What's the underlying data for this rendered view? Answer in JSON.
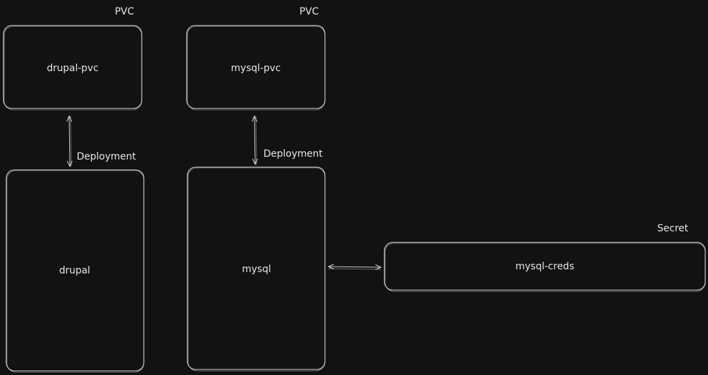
{
  "colors": {
    "background": "#121212",
    "stroke": "#d6d6d6",
    "text": "#e8e8e8"
  },
  "nodes": {
    "drupal_pvc": {
      "label": "drupal-pvc",
      "kind_label": "PVC"
    },
    "mysql_pvc": {
      "label": "mysql-pvc",
      "kind_label": "PVC"
    },
    "drupal": {
      "label": "drupal"
    },
    "mysql": {
      "label": "mysql"
    },
    "mysql_creds": {
      "label": "mysql-creds",
      "kind_label": "Secret"
    }
  },
  "edges": {
    "drupal_link_label": "Deployment",
    "mysql_link_label": "Deployment"
  },
  "icons": [
    "double-arrow-icon"
  ]
}
